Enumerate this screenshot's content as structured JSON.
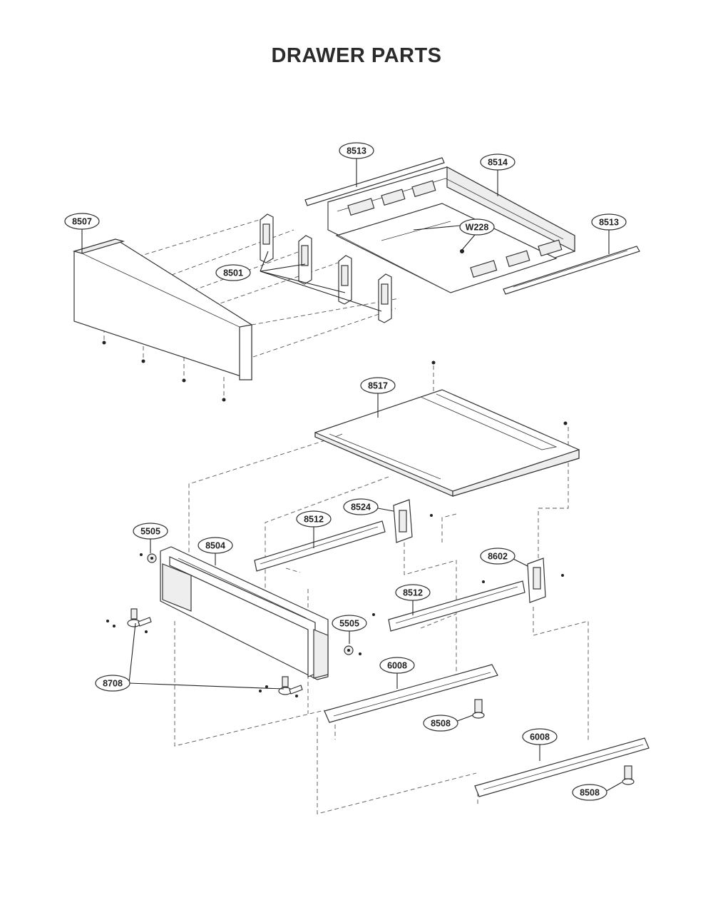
{
  "title": "DRAWER PARTS",
  "callouts": {
    "c8513a": "8513",
    "c8514": "8514",
    "c8507": "8507",
    "cW228": "W228",
    "c8513b": "8513",
    "c8501": "8501",
    "c8517": "8517",
    "c8524": "8524",
    "c8512a": "8512",
    "c5505a": "5505",
    "c8504": "8504",
    "c8602": "8602",
    "c8512b": "8512",
    "c5505b": "5505",
    "c6008a": "6008",
    "c8708": "8708",
    "c8508a": "8508",
    "c6008b": "6008",
    "c8508b": "8508"
  }
}
